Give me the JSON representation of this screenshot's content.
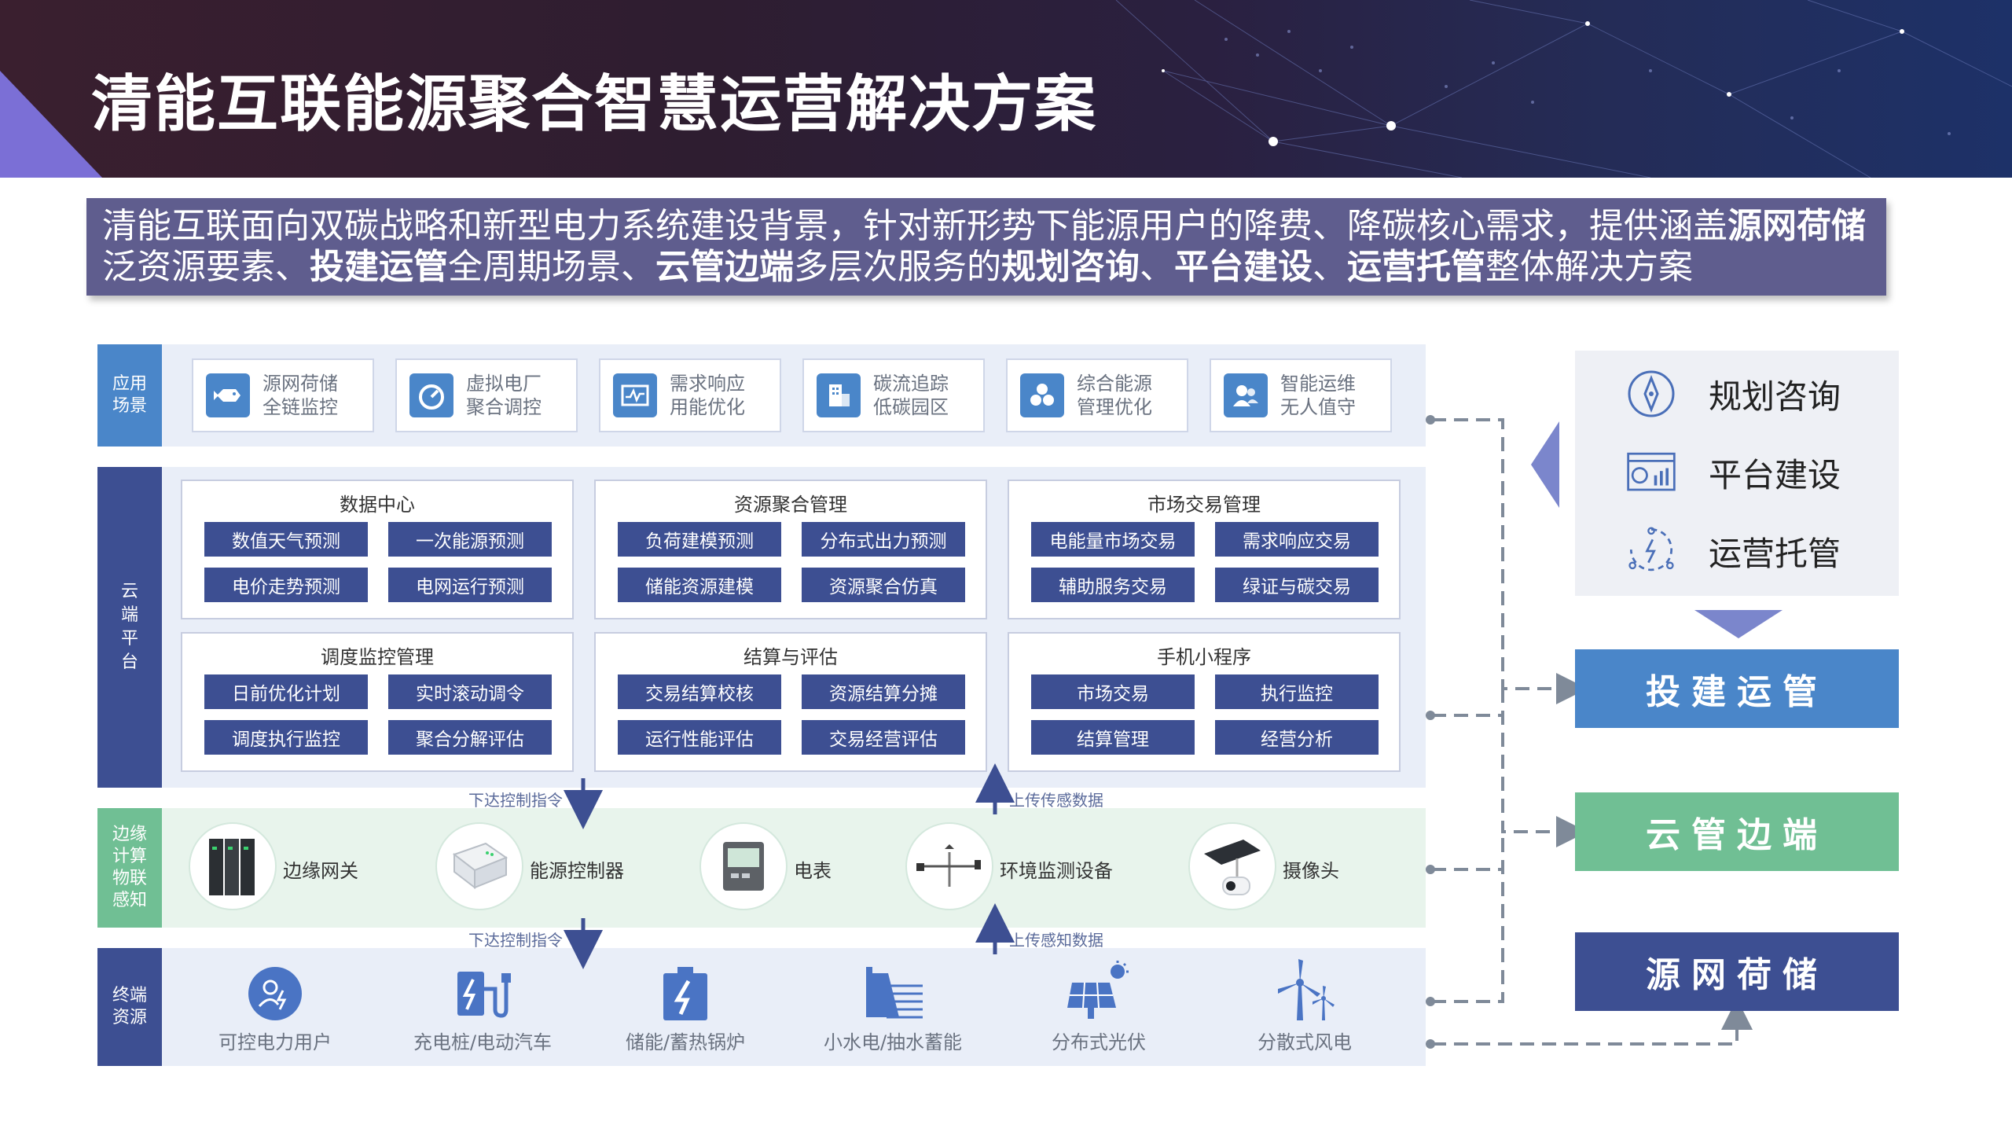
{
  "title": "清能互联能源聚合智慧运营解决方案",
  "intro": {
    "seg1": "清能互联面向双碳战略和新型电力系统建设背景，针对新形势下能源用户的降费、降碳核心需求，提供涵盖",
    "b1": "源网荷储",
    "seg2": "泛资源要素、",
    "b2": "投建运管",
    "seg3": "全周期场景、",
    "b3": "云管边端",
    "seg4": "多层次服务的",
    "b4": "规划咨询",
    "seg5": "、",
    "b5": "平台建设",
    "seg6": "、",
    "b6": "运营托管",
    "seg7": "整体解决方案"
  },
  "layers": {
    "app": "应用场景",
    "cloud": "云端平台",
    "edge": "边缘计算物联感知",
    "terminal": "终端资源"
  },
  "apps": [
    {
      "line1": "源网荷储",
      "line2": "全链监控",
      "icon": "fish-icon"
    },
    {
      "line1": "虚拟电厂",
      "line2": "聚合调控",
      "icon": "gauge-icon"
    },
    {
      "line1": "需求响应",
      "line2": "用能优化",
      "icon": "monitor-wave-icon"
    },
    {
      "line1": "碳流追踪",
      "line2": "低碳园区",
      "icon": "building-icon"
    },
    {
      "line1": "综合能源",
      "line2": "管理优化",
      "icon": "cluster-icon"
    },
    {
      "line1": "智能运维",
      "line2": "无人值守",
      "icon": "people-icon"
    }
  ],
  "panels": [
    {
      "title": "数据中心",
      "items": [
        "数值天气预测",
        "一次能源预测",
        "电价走势预测",
        "电网运行预测"
      ]
    },
    {
      "title": "资源聚合管理",
      "items": [
        "负荷建模预测",
        "分布式出力预测",
        "储能资源建模",
        "资源聚合仿真"
      ]
    },
    {
      "title": "市场交易管理",
      "items": [
        "电能量市场交易",
        "需求响应交易",
        "辅助服务交易",
        "绿证与碳交易"
      ]
    },
    {
      "title": "调度监控管理",
      "items": [
        "日前优化计划",
        "实时滚动调令",
        "调度执行监控",
        "聚合分解评估"
      ]
    },
    {
      "title": "结算与评估",
      "items": [
        "交易结算校核",
        "资源结算分摊",
        "运行性能评估",
        "交易经营评估"
      ]
    },
    {
      "title": "手机小程序",
      "items": [
        "市场交易",
        "执行监控",
        "结算管理",
        "经营分析"
      ]
    }
  ],
  "flows": {
    "down1": "下达控制指令",
    "up1": "上传传感数据",
    "down2": "下达控制指令",
    "up2": "上传感知数据"
  },
  "devices": [
    {
      "label": "边缘网关",
      "icon": "gateway-icon"
    },
    {
      "label": "能源控制器",
      "icon": "controller-icon"
    },
    {
      "label": "电表",
      "icon": "meter-icon"
    },
    {
      "label": "环境监测设备",
      "icon": "weather-station-icon"
    },
    {
      "label": "摄像头",
      "icon": "camera-icon"
    }
  ],
  "terminals": [
    {
      "label": "可控电力用户",
      "icon": "user-power-icon"
    },
    {
      "label": "充电桩/电动汽车",
      "icon": "charger-icon"
    },
    {
      "label": "储能/蓄热锅炉",
      "icon": "battery-icon"
    },
    {
      "label": "小水电/抽水蓄能",
      "icon": "dam-icon"
    },
    {
      "label": "分布式光伏",
      "icon": "solar-icon"
    },
    {
      "label": "分散式风电",
      "icon": "wind-turbine-icon"
    }
  ],
  "services": [
    {
      "label": "规划咨询",
      "icon": "compass-icon"
    },
    {
      "label": "平台建设",
      "icon": "dashboard-icon"
    },
    {
      "label": "运营托管",
      "icon": "hand-lightning-icon"
    }
  ],
  "big_buttons": [
    {
      "label": "投建运管"
    },
    {
      "label": "云管边端"
    },
    {
      "label": "源网荷储"
    }
  ],
  "colors": {
    "accent_blue": "#4a86c9",
    "navy": "#3d4f92",
    "green": "#70bf94",
    "label_blue": "#4a86c9",
    "label_navy": "#3d4f92",
    "label_green": "#70bf94"
  }
}
